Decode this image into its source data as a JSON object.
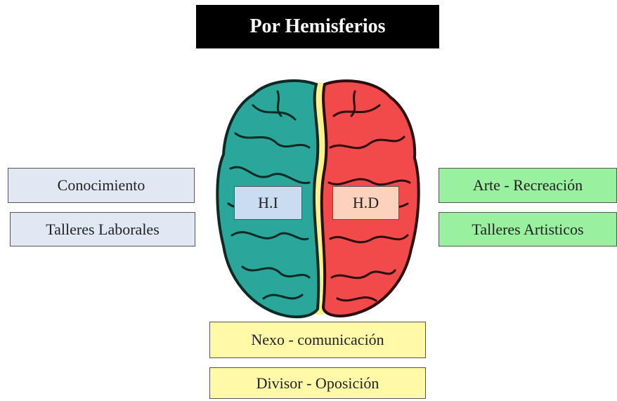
{
  "title": "Por Hemisferios",
  "left_items": [
    "Conocimiento",
    "Talleres Laborales"
  ],
  "right_items": [
    "Arte - Recreación",
    "Talleres Artisticos"
  ],
  "bottom_items": [
    "Nexo - comunicación",
    "Divisor - Oposición"
  ],
  "hemispheres": {
    "left": "H.I",
    "right": "H.D"
  },
  "colors": {
    "left_hemisphere": "#2aa69a",
    "right_hemisphere": "#f24a4a",
    "divider": "#fbf28c",
    "left_box": "#dfe8f3",
    "right_box": "#99f09f",
    "bottom_box": "#fff9a8",
    "hi_box": "#c9dcf0",
    "hd_box": "#fbd3bd"
  }
}
